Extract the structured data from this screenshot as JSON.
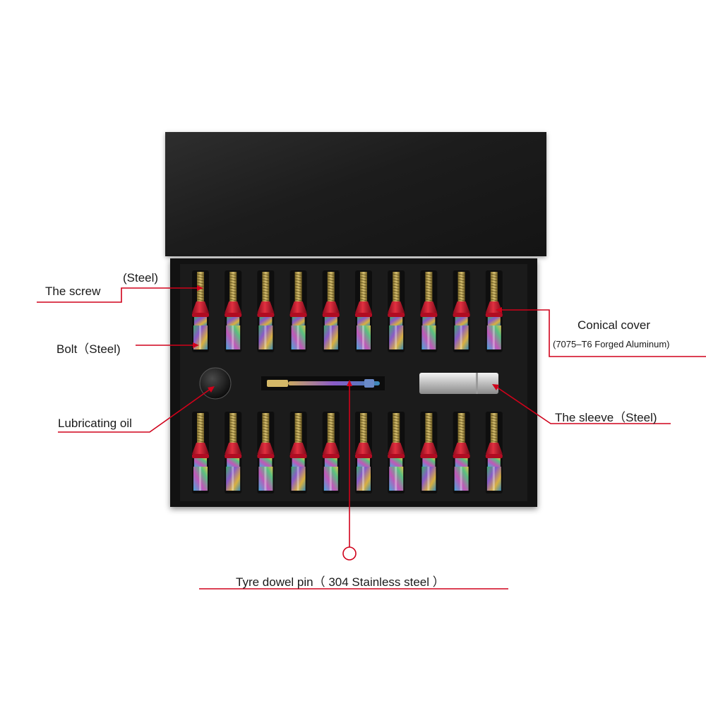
{
  "labels": {
    "screw": "The screw",
    "screw_material": "(Steel)",
    "bolt": "Bolt（Steel)",
    "conical_cover": "Conical cover",
    "conical_cover_material": "(7075–T6 Forged Aluminum)",
    "lubricating_oil": "Lubricating oil",
    "sleeve": "The sleeve（Steel)",
    "dowel_pin": "Tyre dowel pin（ 304 Stainless steel ）"
  },
  "colors": {
    "callout_line": "#d0021b",
    "box": "#1a1a1a",
    "foam": "#1b1b1b",
    "cap_red": "#c8102e"
  },
  "bolt_rows": 2,
  "bolts_per_row": 10
}
